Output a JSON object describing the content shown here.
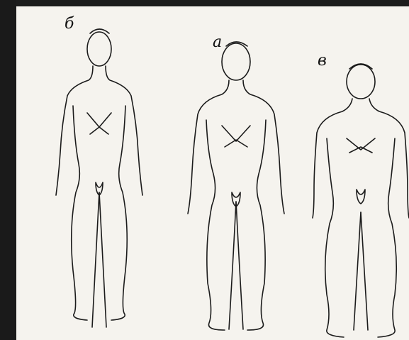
{
  "figures": [
    {
      "id": "b",
      "label": "б"
    },
    {
      "id": "a",
      "label": "а"
    },
    {
      "id": "v",
      "label": "в"
    }
  ],
  "colors": {
    "ink": "#1b1b1b",
    "paper": "#f5f3ee",
    "frame": "#1a1a1a"
  }
}
